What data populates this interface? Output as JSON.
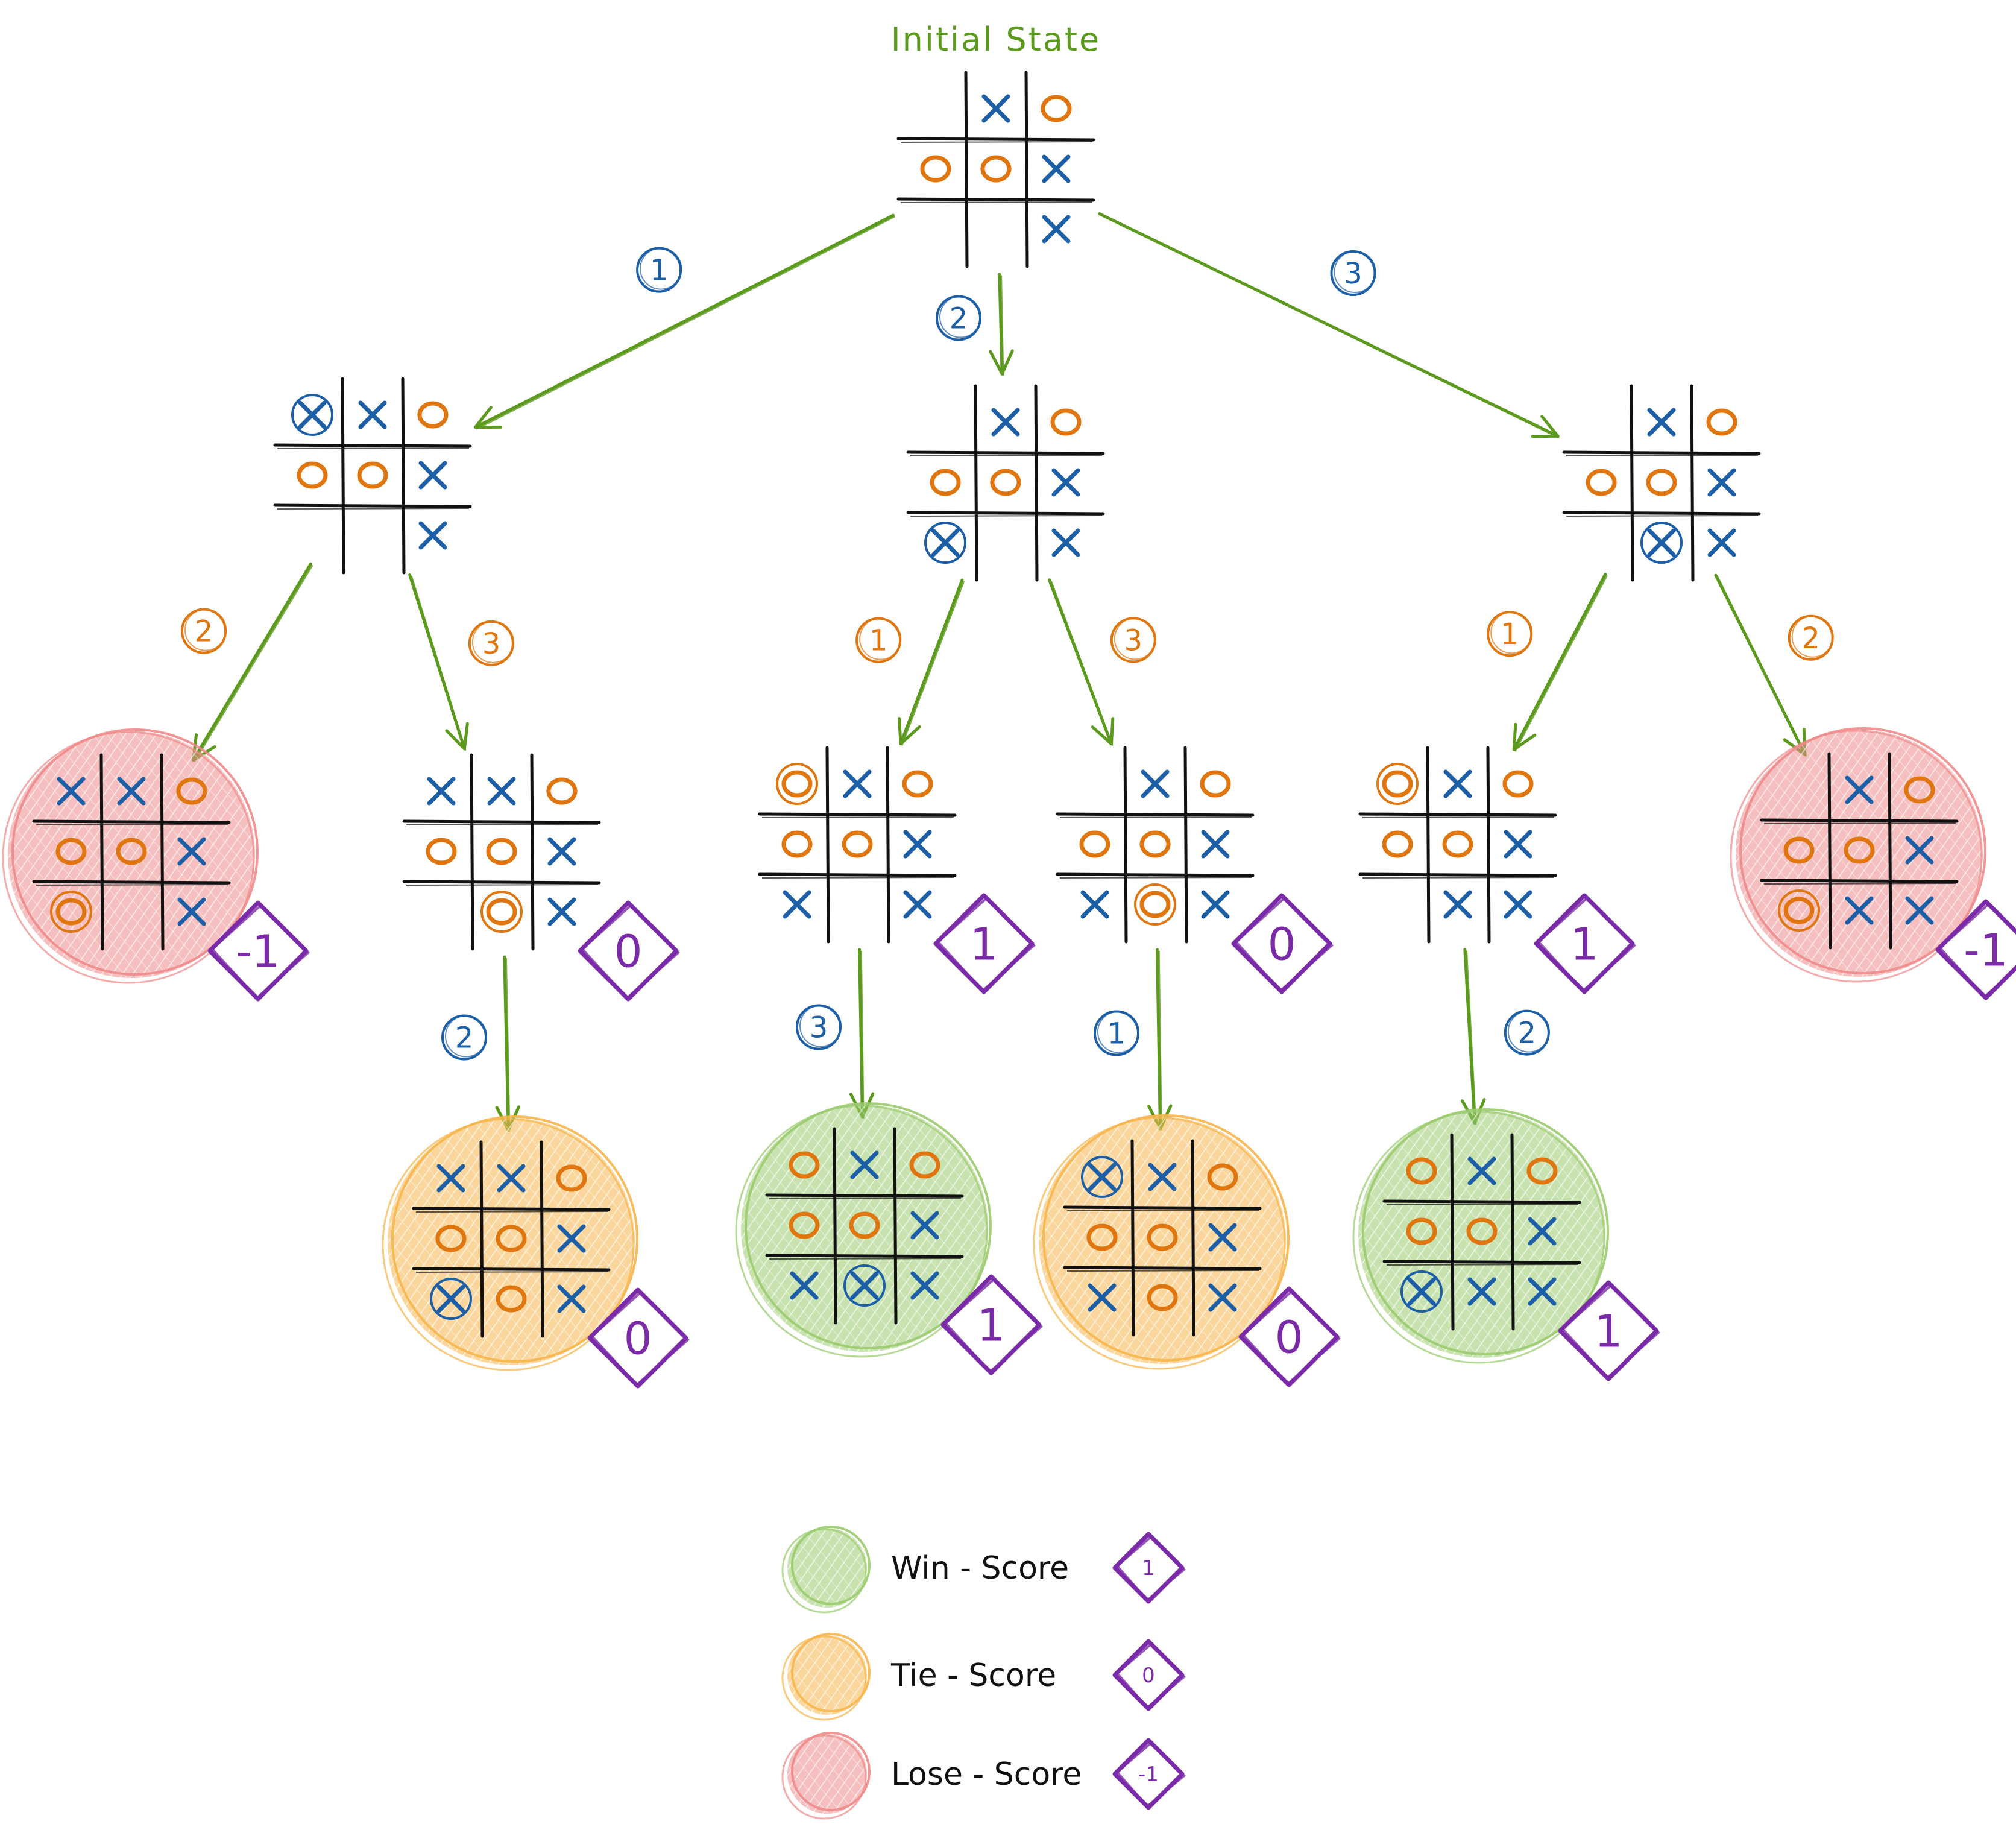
{
  "title": "Initial State",
  "colors": {
    "x": "#1d5fa6",
    "o": "#e0760f",
    "edge": "#5c9a1e",
    "title": "#5c9a1e",
    "score": "#7b2aa8",
    "grid": "#111111",
    "win": "#9acb6e",
    "tie": "#f7b54a",
    "lose": "#ef8a8a"
  },
  "boards": [
    {
      "id": "root",
      "cells": [
        "",
        "X",
        "O",
        "O",
        "O",
        "X",
        "",
        "",
        "X"
      ],
      "mark": -1,
      "result": "",
      "score": ""
    },
    {
      "id": "a",
      "cells": [
        "X",
        "X",
        "O",
        "O",
        "O",
        "X",
        "",
        "",
        "X"
      ],
      "mark": 0,
      "result": "",
      "score": ""
    },
    {
      "id": "b",
      "cells": [
        "",
        "X",
        "O",
        "O",
        "O",
        "X",
        "X",
        "",
        "X"
      ],
      "mark": 6,
      "result": "",
      "score": ""
    },
    {
      "id": "c",
      "cells": [
        "",
        "X",
        "O",
        "O",
        "O",
        "X",
        "",
        "X",
        "X"
      ],
      "mark": 7,
      "result": "",
      "score": ""
    },
    {
      "id": "a1",
      "cells": [
        "X",
        "X",
        "O",
        "O",
        "O",
        "X",
        "O",
        "",
        "X"
      ],
      "mark": 6,
      "result": "lose",
      "score": "-1"
    },
    {
      "id": "a2",
      "cells": [
        "X",
        "X",
        "O",
        "O",
        "O",
        "X",
        "",
        "O",
        "X"
      ],
      "mark": 7,
      "result": "",
      "score": "0"
    },
    {
      "id": "b1",
      "cells": [
        "O",
        "X",
        "O",
        "O",
        "O",
        "X",
        "X",
        "",
        "X"
      ],
      "mark": 0,
      "result": "",
      "score": "1"
    },
    {
      "id": "b2",
      "cells": [
        "",
        "X",
        "O",
        "O",
        "O",
        "X",
        "X",
        "O",
        "X"
      ],
      "mark": 7,
      "result": "",
      "score": "0"
    },
    {
      "id": "c1",
      "cells": [
        "O",
        "X",
        "O",
        "O",
        "O",
        "X",
        "",
        "X",
        "X"
      ],
      "mark": 0,
      "result": "",
      "score": "1"
    },
    {
      "id": "c2",
      "cells": [
        "",
        "X",
        "O",
        "O",
        "O",
        "X",
        "O",
        "X",
        "X"
      ],
      "mark": 6,
      "result": "lose",
      "score": "-1"
    },
    {
      "id": "a2a",
      "cells": [
        "X",
        "X",
        "O",
        "O",
        "O",
        "X",
        "X",
        "O",
        "X"
      ],
      "mark": 6,
      "result": "tie",
      "score": "0"
    },
    {
      "id": "b1a",
      "cells": [
        "O",
        "X",
        "O",
        "O",
        "O",
        "X",
        "X",
        "X",
        "X"
      ],
      "mark": 7,
      "result": "win",
      "score": "1"
    },
    {
      "id": "b2a",
      "cells": [
        "X",
        "X",
        "O",
        "O",
        "O",
        "X",
        "X",
        "O",
        "X"
      ],
      "mark": 0,
      "result": "tie",
      "score": "0"
    },
    {
      "id": "c1a",
      "cells": [
        "O",
        "X",
        "O",
        "O",
        "O",
        "X",
        "X",
        "X",
        "X"
      ],
      "mark": 6,
      "result": "win",
      "score": "1"
    }
  ],
  "edges": [
    {
      "from": "root",
      "to": "a",
      "label": "1",
      "player": "x"
    },
    {
      "from": "root",
      "to": "b",
      "label": "2",
      "player": "x"
    },
    {
      "from": "root",
      "to": "c",
      "label": "3",
      "player": "x"
    },
    {
      "from": "a",
      "to": "a1",
      "label": "2",
      "player": "o"
    },
    {
      "from": "a",
      "to": "a2",
      "label": "3",
      "player": "o"
    },
    {
      "from": "b",
      "to": "b1",
      "label": "1",
      "player": "o"
    },
    {
      "from": "b",
      "to": "b2",
      "label": "3",
      "player": "o"
    },
    {
      "from": "c",
      "to": "c1",
      "label": "1",
      "player": "o"
    },
    {
      "from": "c",
      "to": "c2",
      "label": "2",
      "player": "o"
    },
    {
      "from": "a2",
      "to": "a2a",
      "label": "2",
      "player": "x"
    },
    {
      "from": "b1",
      "to": "b1a",
      "label": "3",
      "player": "x"
    },
    {
      "from": "b2",
      "to": "b2a",
      "label": "1",
      "player": "x"
    },
    {
      "from": "c1",
      "to": "c1a",
      "label": "2",
      "player": "x"
    }
  ],
  "legend": [
    {
      "result": "win",
      "label": "Win - Score",
      "score": "1"
    },
    {
      "result": "tie",
      "label": "Tie - Score",
      "score": "0"
    },
    {
      "result": "lose",
      "label": "Lose - Score",
      "score": "-1"
    }
  ]
}
